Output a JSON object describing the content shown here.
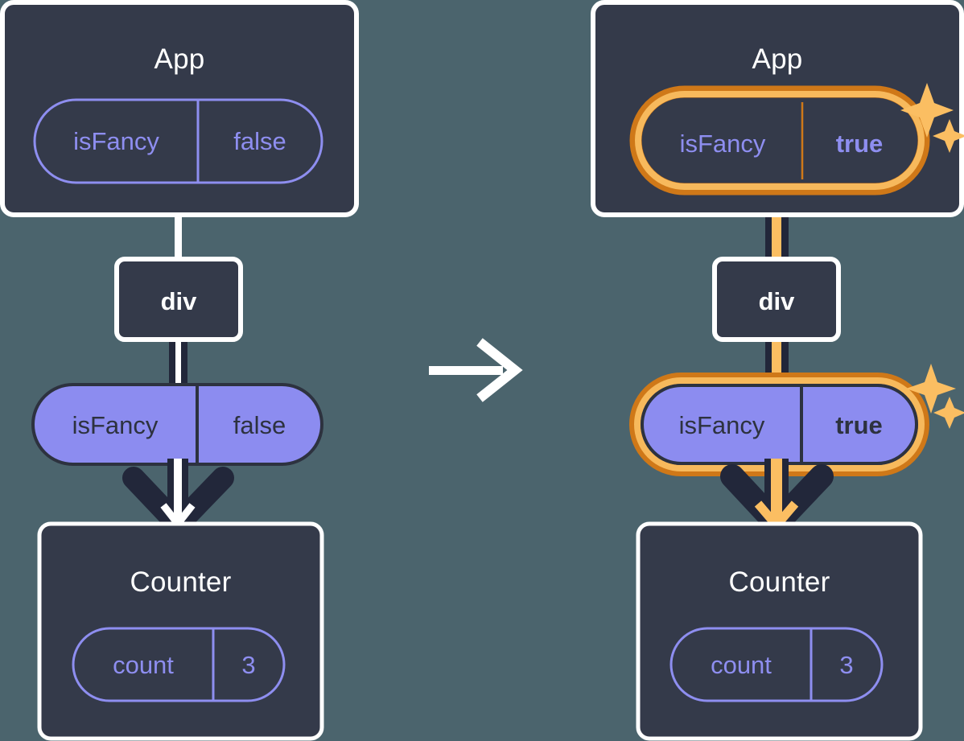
{
  "diagram": {
    "title_left": "App",
    "title_right": "App",
    "arrow_between": "right-arrow",
    "colors": {
      "background": "#4b646d",
      "box_fill": "#343a4a",
      "box_border": "#ffffff",
      "pill_outline": "#8e8ef0",
      "pill_fill": "#8c8cf0",
      "pill_fill_border": "#2d323f",
      "highlight_outer": "#cf7818",
      "highlight_inner": "#f7b95c",
      "sparkle": "#fbbe62",
      "dark_line": "#22273a",
      "text_light": "#ffffff",
      "text_dark": "#2d323f"
    },
    "left": {
      "app_box": {
        "name": "App",
        "prop": {
          "key": "isFancy",
          "value": "false",
          "highlighted": false,
          "style": "outline"
        }
      },
      "div_node": {
        "label": "div"
      },
      "prop_pill": {
        "key": "isFancy",
        "value": "false",
        "highlighted": false,
        "style": "filled"
      },
      "counter_box": {
        "name": "Counter",
        "state": {
          "key": "count",
          "value": "3",
          "highlighted": false,
          "style": "outline"
        }
      }
    },
    "right": {
      "app_box": {
        "name": "App",
        "prop": {
          "key": "isFancy",
          "value": "true",
          "highlighted": true,
          "style": "outline"
        }
      },
      "div_node": {
        "label": "div"
      },
      "prop_pill": {
        "key": "isFancy",
        "value": "true",
        "highlighted": true,
        "style": "filled"
      },
      "counter_box": {
        "name": "Counter",
        "state": {
          "key": "count",
          "value": "3",
          "highlighted": false,
          "style": "outline"
        }
      }
    },
    "sparkles": [
      {
        "id": "sparkle-app-pill",
        "big": true
      },
      {
        "id": "sparkle-prop-pill",
        "big": true
      }
    ]
  }
}
